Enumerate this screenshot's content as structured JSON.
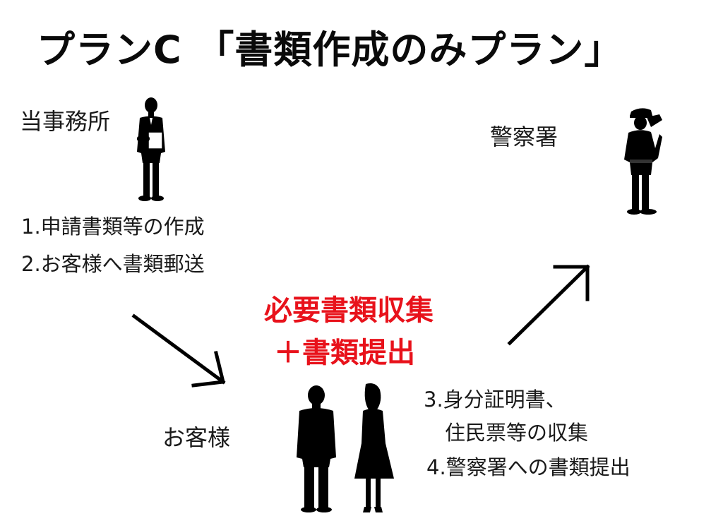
{
  "title": "プランC 「書類作成のみプラン」",
  "office": {
    "label": "当事務所",
    "steps": [
      "1.申請書類等の作成",
      "2.お客様へ書類郵送"
    ]
  },
  "police": {
    "label": "警察署"
  },
  "client": {
    "label": "お客様",
    "steps": [
      "3.身分証明書、",
      "住民票等の収集",
      "4.警察署への書類提出"
    ]
  },
  "center_note": {
    "lines": [
      "必要書類収集",
      "＋書類提出"
    ],
    "color": "#e8121b"
  },
  "icons": {
    "office": "businessman-silhouette-icon",
    "police": "police-officer-saluting-icon",
    "client": "couple-silhouette-icon"
  }
}
